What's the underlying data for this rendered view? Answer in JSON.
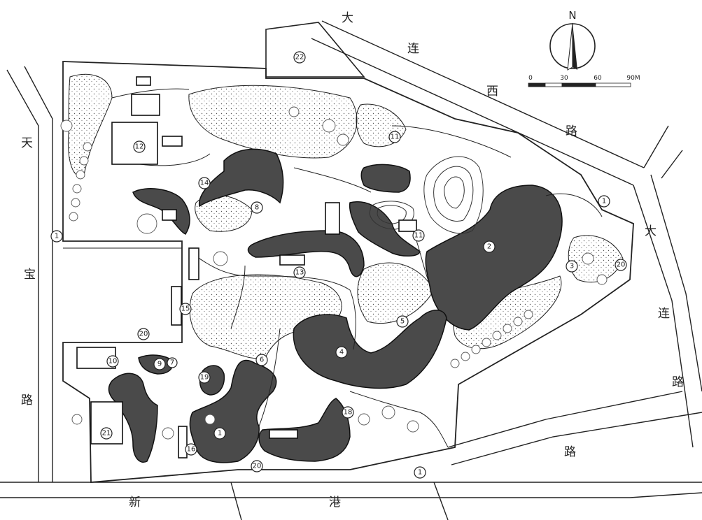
{
  "roads": {
    "north_east": [
      "大",
      "连",
      "西",
      "路"
    ],
    "east": [
      "大",
      "连",
      "路"
    ],
    "west": [
      "天",
      "宝",
      "路"
    ],
    "south": [
      "新",
      "港",
      "路"
    ]
  },
  "compass": {
    "label": "N"
  },
  "scale_bar": {
    "ticks": [
      "0",
      "30",
      "60",
      "90M"
    ]
  },
  "markers": [
    {
      "label": "1"
    },
    {
      "label": "1"
    },
    {
      "label": "1"
    },
    {
      "label": "1"
    },
    {
      "label": "2"
    },
    {
      "label": "3"
    },
    {
      "label": "4"
    },
    {
      "label": "5"
    },
    {
      "label": "6"
    },
    {
      "label": "7"
    },
    {
      "label": "8"
    },
    {
      "label": "9"
    },
    {
      "label": "10"
    },
    {
      "label": "11"
    },
    {
      "label": "11"
    },
    {
      "label": "12"
    },
    {
      "label": "13"
    },
    {
      "label": "14"
    },
    {
      "label": "15"
    },
    {
      "label": "16"
    },
    {
      "label": "18"
    },
    {
      "label": "19"
    },
    {
      "label": "20"
    },
    {
      "label": "20"
    },
    {
      "label": "20"
    },
    {
      "label": "21"
    },
    {
      "label": "22"
    }
  ],
  "colors": {
    "water": "#4a4a4a",
    "line": "#222222",
    "paper": "#ffffff",
    "tree": "#8a8a8a"
  }
}
